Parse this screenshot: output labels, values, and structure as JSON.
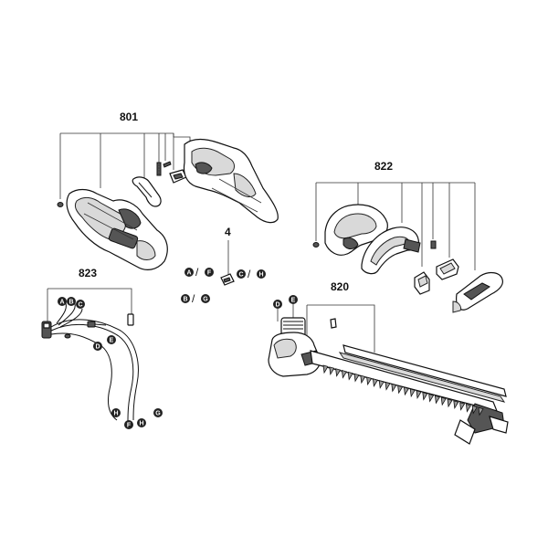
{
  "groups": [
    {
      "number": "801"
    },
    {
      "number": "822"
    },
    {
      "number": "4"
    },
    {
      "number": "823"
    },
    {
      "number": "820"
    }
  ],
  "callouts": {
    "group4": {
      "A": "A",
      "F": "F",
      "C": "C",
      "H": "H",
      "B": "B",
      "G": "G",
      "slash": "/"
    },
    "group823": {
      "A": "A",
      "B": "B",
      "C": "C",
      "D": "D",
      "E": "E",
      "H": "H",
      "F": "F",
      "H2": "H",
      "G": "G"
    },
    "group820": {
      "D": "D",
      "E": "E"
    }
  }
}
